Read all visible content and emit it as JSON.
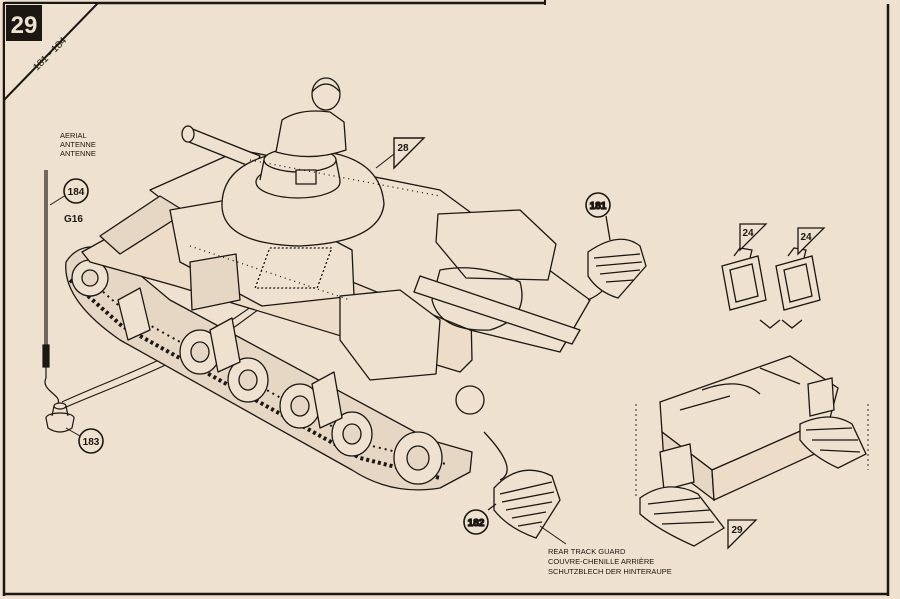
{
  "step": {
    "number": "29",
    "part_range": "181 - 184"
  },
  "parts": {
    "p184": "184",
    "p183": "183",
    "p182": "182",
    "p181": "181",
    "p24a": "24",
    "p24b": "24",
    "ref28": "28",
    "ref29": "29",
    "g16": "G16"
  },
  "labels": {
    "aerial": [
      "AERIAL",
      "ANTENNE",
      "ANTENNE"
    ],
    "rear_track_guard": [
      "REAR TRACK GUARD",
      "COUVRE-CHENILLE ARRIÈRE",
      "SCHUTZBLECH DER HINTERAUPE"
    ]
  },
  "colors": {
    "paper": "#efe1cf",
    "ink": "#1b1712",
    "panel": "#e6d7c4"
  }
}
